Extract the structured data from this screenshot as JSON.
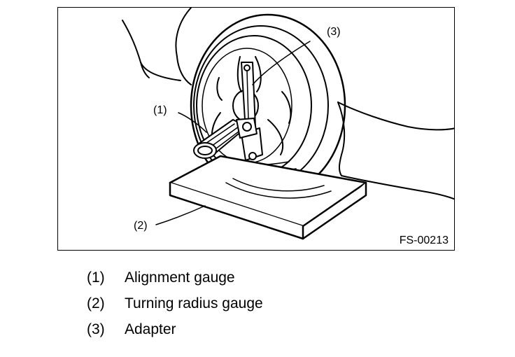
{
  "figure": {
    "figure_id": "FS-00213",
    "callouts": {
      "c1": "(1)",
      "c2": "(2)",
      "c3": "(3)"
    }
  },
  "legend": [
    {
      "num": "(1)",
      "text": "Alignment gauge"
    },
    {
      "num": "(2)",
      "text": "Turning radius gauge"
    },
    {
      "num": "(3)",
      "text": "Adapter"
    }
  ]
}
